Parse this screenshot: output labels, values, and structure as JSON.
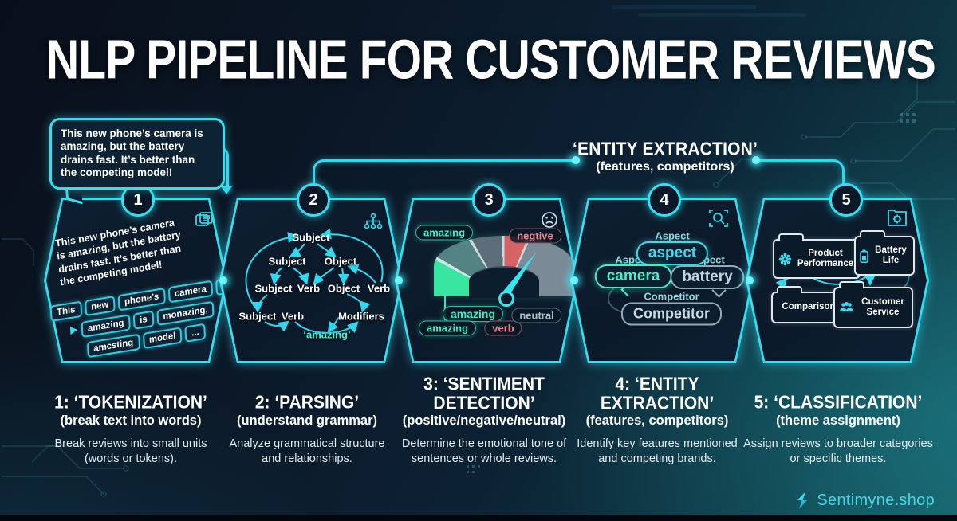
{
  "title": "NLP PIPELINE FOR CUSTOMER REVIEWS",
  "colors": {
    "accent_cyan": "#35dff2",
    "positive_green": "#38e6a1",
    "negative_red": "#e06b6b",
    "neutral_gray": "#97a6b2",
    "background_navy": "#0b1726",
    "background_teal": "#17545e"
  },
  "review_bubble": {
    "text": "This new phone’s camera is amazing, but the battery drains fast. It’s better than the competing model!"
  },
  "entity_callout": {
    "title": "‘ENTITY EXTRACTION’",
    "subtitle": "(features, competitors)"
  },
  "stages": [
    {
      "number": "1",
      "icon": "copy-pages-icon",
      "heading": "1: ‘TOKENIZATION’",
      "sub": "(break text into words)",
      "body": "Break reviews into small units (words or tokens)."
    },
    {
      "number": "2",
      "icon": "hierarchy-tree-icon",
      "heading": "2: ‘PARSING’",
      "sub": "(understand grammar)",
      "body": "Analyze grammatical structure and relationships."
    },
    {
      "number": "3",
      "icon": "sad-face-icon",
      "heading": "3: ‘SENTIMENT DETECTION’",
      "sub": "(positive/negative/neutral)",
      "body": "Determine the emotional tone of sentences or whole reviews."
    },
    {
      "number": "4",
      "icon": "entity-scan-icon",
      "heading": "4: ‘ENTITY EXTRACTION’",
      "sub": "(features, competitors)",
      "body": "Identify key features mentioned and competing brands."
    },
    {
      "number": "5",
      "icon": "folder-gear-icon",
      "heading": "5: ‘CLASSIFICATION’",
      "sub": "(theme assignment)",
      "body": "Assign reviews to broader categories or specific themes."
    }
  ],
  "tokenization": {
    "review_text_lines": {
      "l1": "This new phone’s camera",
      "l2": "is amazing, but the battery",
      "l3": "drains fast. It’s better than",
      "l4": "the competing model!"
    },
    "tokens": [
      "This",
      "new",
      "phone’s",
      "camera",
      "is",
      "amazing",
      "is",
      "monazing,",
      "amcsting",
      "model",
      "..."
    ]
  },
  "parsing": {
    "nodes": [
      "Subject",
      "Subject",
      "Object",
      "Subject",
      "Verb",
      "Object",
      "Verb",
      "Subject",
      "Verb",
      "Modifiers",
      "‘amazing’"
    ]
  },
  "sentiment": {
    "pills": {
      "top_left": "amazing",
      "top_right": "negtive",
      "mid": "amazing",
      "bottom_left": "amazing",
      "verb": "verb",
      "neutral": "neutral"
    }
  },
  "entity": {
    "aspect_label": "Aspect",
    "competitor_label": "Competitor",
    "bubbles": {
      "aspect": "aspect",
      "camera": "camera",
      "battery": "battery",
      "competitor": "Competitor"
    }
  },
  "classification": {
    "folders": [
      {
        "label": "Product Performance",
        "icon": "gear-flower-icon"
      },
      {
        "label": "Battery Life",
        "icon": "battery-icon"
      },
      {
        "label": "Comparison",
        "icon": ""
      },
      {
        "label": "Customer Service",
        "icon": "people-icon"
      }
    ]
  },
  "footer": {
    "brand": "Sentimyne.shop"
  }
}
